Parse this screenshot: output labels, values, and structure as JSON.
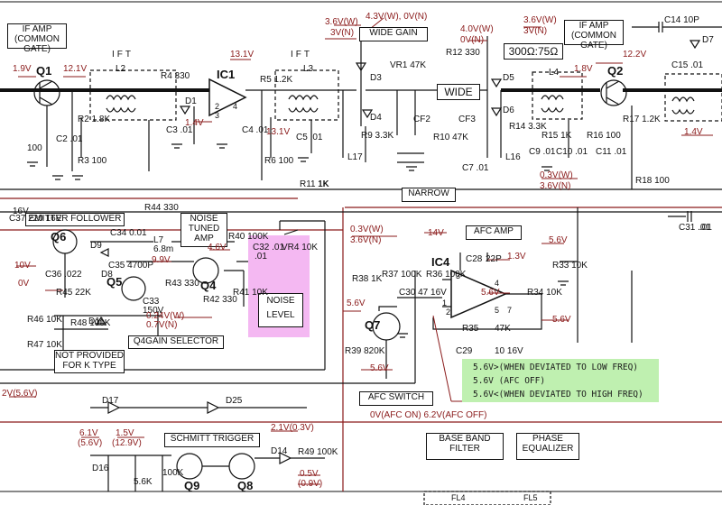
{
  "blocks": {
    "if_amp_left": [
      "IF AMP",
      "(COMMON GATE)"
    ],
    "if_amp_right": [
      "IF AMP",
      "(COMMON GATE)"
    ],
    "ift_1": "IFT",
    "ift_2": "IFT",
    "wide_gain": "WIDE GAIN",
    "wide": "WIDE",
    "narrow": "NARROW",
    "impedance": "300Ω:75Ω",
    "emitter_follower": "EMITTER FOLLOWER",
    "noise_tuned_amp": [
      "NOISE",
      "TUNED",
      "AMP"
    ],
    "noise_level": [
      "NOISE",
      "LEVEL"
    ],
    "afc_amp": "AFC AMP",
    "q4_gain_selector": "Q4GAIN SELECTOR",
    "not_provided": [
      "NOT PROVIDED",
      "FOR K TYPE"
    ],
    "afc_switch": "AFC SWITCH",
    "schmitt_trigger": "SCHMITT TRIGGER",
    "base_band_filter": [
      "BASE BAND",
      "FILTER"
    ],
    "phase_equalizer": [
      "PHASE",
      "EQUALIZER"
    ]
  },
  "afc_notes": [
    "5.6V>(WHEN DEVIATED TO LOW FREQ)",
    "5.6V  (AFC  OFF)",
    "5.6V<(WHEN DEVIATED TO HIGH FREQ)"
  ],
  "components": {
    "q1": "Q1",
    "q2": "Q2",
    "q4": "Q4",
    "q5": "Q5",
    "q6": "Q6",
    "q7": "Q7",
    "q8": "Q8",
    "q9": "Q9",
    "ic1": "IC1",
    "ic4": "IC4",
    "l2": "L2",
    "l3": "L3",
    "l4": "L4",
    "l7": "L7",
    "l17": "L17",
    "d1": "D1",
    "d3": "D3",
    "d4": "D4",
    "d5": "D5",
    "d6": "D6",
    "d7": "D7",
    "d8": "D8",
    "d9": "D9",
    "d11": "D11",
    "d14": "D14",
    "d16": "D16",
    "d17": "D17",
    "d25": "D25",
    "r4": "R4 330",
    "r5": "R5 1.2K",
    "r11": "R11 1K",
    "r12": "R12 330",
    "r43": "R43 330",
    "r48": "R48 100K",
    "r45": "R45 22K",
    "r35": "R35",
    "r35v": "47K",
    "r49": "R49 100K",
    "r38": "R38 1K",
    "r37": "R37 100K",
    "r36": "R36 100K",
    "r34": "R34 10K",
    "r33": "R33 10K",
    "r40": "R40 100K",
    "r41": "R41 10K",
    "r44": "R44 330",
    "r39": "R39 820K",
    "r46": "R46 10K",
    "r47": "R47 10K",
    "r2": "R2 1.8K",
    "r3": "R3 100",
    "r6": "R6 100",
    "r9": "R9 3.3K",
    "r10": "R10 47K",
    "r14": "R14 3.3K",
    "r15": "R15 1K",
    "r16": "R16 100",
    "r17": "R17 1.2K",
    "r18": "R18 100",
    "r42": "R42 330",
    "r33v": "R33 10K",
    "vr1": "VR1 47K",
    "vr4": "VR4 10K",
    "c14": "C14 10P",
    "c15": "C15 .01",
    "c31": "C31 .01",
    "c32": "C32 .01",
    "c28": "C28",
    "c28v": "22P",
    "c29": "C29",
    "c29v": "10 16V",
    "c30": "C30 47 16V",
    "c33": "C33",
    "c33v": "150V",
    "c34": "C34 0.01",
    "c35": "C35 4700P",
    "c36": "C36 .022",
    "c37": "C37 220 16V",
    "c2": "C2 .01",
    "c3": "C3 .01",
    "c4": "C4 .01",
    "c5": "C5 .01",
    "c7": "C7 .01",
    "c9": "C9 .01",
    "c10": "C10 .01",
    "c11": "C11 .01",
    "cf2": "CF2",
    "cf3": "CF3",
    "l16": "L16",
    "ic4_pins": [
      "1",
      "2",
      "3",
      "4",
      "5",
      "7"
    ],
    "ic1_pins": [
      "2",
      "3",
      "4"
    ],
    "l7v": "6.8m"
  },
  "voltages": {
    "v_1_9": "1.9V",
    "v_12_1": "12.1V",
    "v_13_1": "13.1V",
    "v_13_1b": "13.1V",
    "v_1_4": "1.4V",
    "v_3_6w": "3.6V(W)",
    "v_3n": "3V(N)",
    "v_4_3": "4.3V(W), 0V(N)",
    "v_4_0w": "4.0V(W)",
    "v_0vn": "0V(N)",
    "v_3_6w2": "3.6V(W)",
    "v_3n2": "3V(N)",
    "v_1_8": "1.8V",
    "v_12_2": "12.2V",
    "v_1_4b": "1.4V",
    "v_0_3w": "0.3V(W)",
    "v_3_6n": "3.6V(N)",
    "v_0_3w2": "0.3V(W)",
    "v_3_6n2": "3.6V(N)",
    "v_14": "14V",
    "v_1_3": "1.3V",
    "v_5_6a": "5.6V",
    "v_5_6b": "5.6V",
    "v_5_6c": "5.6V",
    "v_5_6d": "5.6V",
    "v_5_6e": "5.6V",
    "v_4_6": "4.6V",
    "v_9_9": "9.9V",
    "v_10": "10V",
    "v_0v": "0V",
    "v_0_24": "0.24V(W)",
    "v_0_7": "0.7V(N)",
    "v_2_5_6": "2V(5.6V)",
    "v_afc": "0V(AFC ON)  6.2V(AFC OFF)",
    "v_6_1": "6.1V",
    "v_5_6p": "(5.6V)",
    "v_1_5": "1.5V",
    "v_12_9": "(12.9V)",
    "v_2_1": "2.1V(0.3V)",
    "v_0_5": "0.5V",
    "v_0_9": "(0.9V)",
    "v_16": "16V"
  },
  "values": {
    "c31v": ".01",
    "c32v": ".01",
    "r11v": "1K",
    "fl4": "FL4",
    "fl5": "FL5",
    "l9v": "100K",
    "r56": "5.6K",
    "r100": "100"
  }
}
